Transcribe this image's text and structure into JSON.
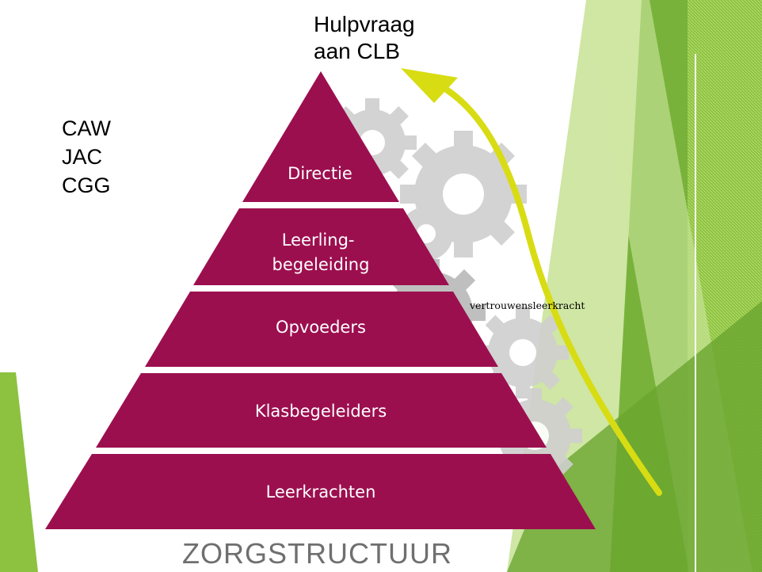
{
  "top_label": "Hulpvraag\naan CLB",
  "side_list": [
    "CAW",
    "JAC",
    "CGG"
  ],
  "arrow_label": "vertrouwensleerkracht",
  "pyramid": {
    "layers": [
      {
        "label": "Directie"
      },
      {
        "label": "Leerling-\nbegeleiding"
      },
      {
        "label": "Opvoeders"
      },
      {
        "label": "Klasbegeleiders"
      },
      {
        "label": "Leerkrachten"
      }
    ]
  },
  "footer_title": "ZORGSTRUCTUUR",
  "colors": {
    "pyramid": "#9c0f4f",
    "arrow": "#d8dc13",
    "gear": "#c9c9c9",
    "accent_green": "#78b23b",
    "footer_text": "#6f6f6f"
  }
}
